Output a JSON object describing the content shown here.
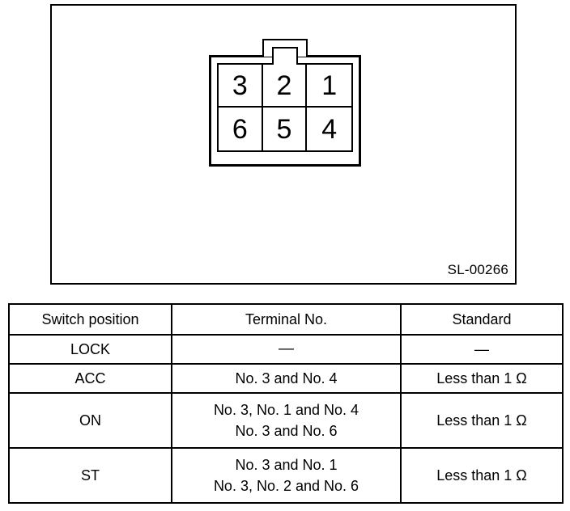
{
  "figure": {
    "code_label": "SL-00266",
    "connector": {
      "name": "6-pin ignition switch connector",
      "tab_icon": "connector-locking-tab",
      "pins": [
        {
          "label": "3"
        },
        {
          "label": "2"
        },
        {
          "label": "1"
        },
        {
          "label": "6"
        },
        {
          "label": "5"
        },
        {
          "label": "4"
        }
      ]
    }
  },
  "table": {
    "headers": {
      "switch_position": "Switch position",
      "terminal_no": "Terminal No.",
      "standard": "Standard"
    },
    "rows": [
      {
        "switch_position": "LOCK",
        "terminal_line_1": "—",
        "terminal_line_2": "",
        "standard": "—"
      },
      {
        "switch_position": "ACC",
        "terminal_line_1": "No. 3 and No. 4",
        "terminal_line_2": "",
        "standard": "Less than 1 Ω"
      },
      {
        "switch_position": "ON",
        "terminal_line_1": "No. 3, No. 1 and No. 4",
        "terminal_line_2": "No. 3 and No. 6",
        "standard": "Less than 1 Ω"
      },
      {
        "switch_position": "ST",
        "terminal_line_1": "No. 3 and No. 1",
        "terminal_line_2": "No. 3, No. 2 and No. 6",
        "standard": "Less than 1 Ω"
      }
    ]
  },
  "colors": {
    "ink": "#000000",
    "paper": "#ffffff"
  }
}
